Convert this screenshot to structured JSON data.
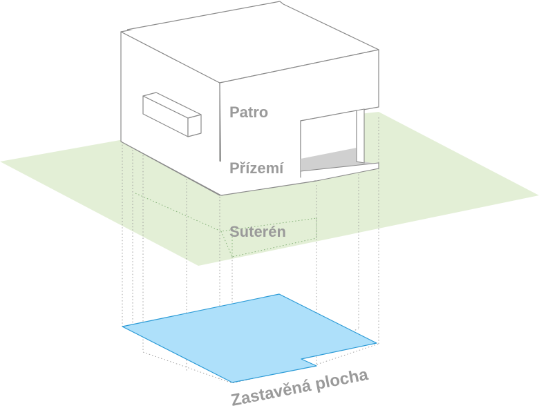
{
  "labels": {
    "patro": "Patro",
    "prizemi": "Přízemí",
    "suteren": "Suterén",
    "footprint": "Zastavěná plocha"
  },
  "colors": {
    "ground_plane": "#e3efd6",
    "footprint_fill": "#aee0fa",
    "footprint_stroke": "#2a9ad6",
    "label_text": "#9a9a9a",
    "building_edge": "#8a8a8a",
    "shadow": "#d0d0d0"
  }
}
